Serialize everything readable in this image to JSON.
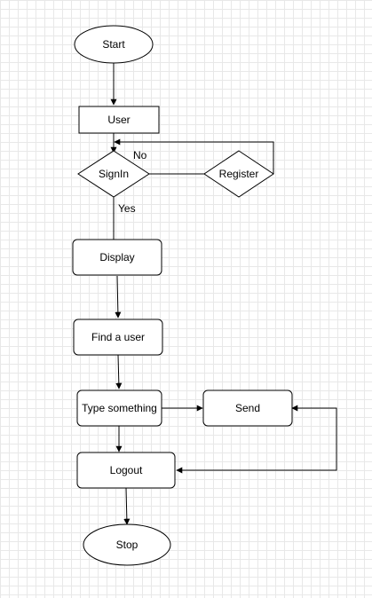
{
  "diagram": {
    "nodes": {
      "start": "Start",
      "user": "User",
      "signin": "SignIn",
      "register": "Register",
      "display": "Display",
      "find_user": "Find a user",
      "type_something": "Type something",
      "send": "Send",
      "logout": "Logout",
      "stop": "Stop"
    },
    "edge_labels": {
      "no": "No",
      "yes": "Yes"
    }
  },
  "colors": {
    "background": "#ffffff",
    "grid": "#e8e8e8",
    "stroke": "#000000"
  }
}
